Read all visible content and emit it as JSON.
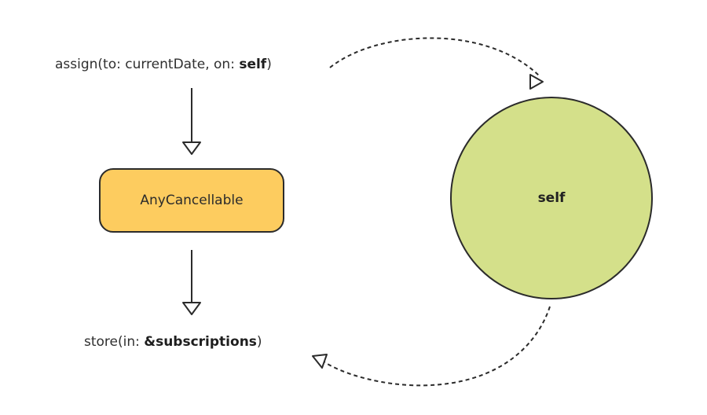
{
  "assign_call": {
    "prefix": "assign(to: currentDate, on: ",
    "emphasis": "self",
    "suffix": ")"
  },
  "cancellable": {
    "label": "AnyCancellable",
    "fill": "#fdcc5f"
  },
  "store_call": {
    "prefix": "store(in: ",
    "emphasis": "&subscriptions",
    "suffix": ")"
  },
  "self_node": {
    "label": "self",
    "fill": "#d4e08a"
  },
  "colors": {
    "stroke": "#2b2b2b",
    "background": "#ffffff"
  }
}
